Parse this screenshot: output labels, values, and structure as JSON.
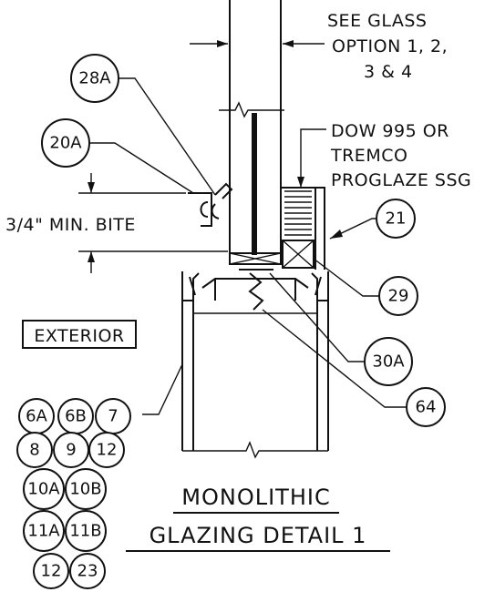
{
  "notes": {
    "glass_option_line1": "SEE GLASS",
    "glass_option_line2": "OPTION 1, 2,",
    "glass_option_line3": "3 & 4",
    "sealant_line1": "DOW 995 OR",
    "sealant_line2": "TREMCO",
    "sealant_line3": "PROGLAZE SSG",
    "bite": "3/4\" MIN. BITE",
    "exterior": "EXTERIOR"
  },
  "callouts": {
    "c28a": "28A",
    "c20a": "20A",
    "c21": "21",
    "c29": "29",
    "c30a": "30A",
    "c64": "64"
  },
  "parts_list": {
    "p6a": "6A",
    "p6b": "6B",
    "p7": "7",
    "p8": "8",
    "p9": "9",
    "p12a": "12",
    "p10a": "10A",
    "p10b": "10B",
    "p11a": "11A",
    "p11b": "11B",
    "p12b": "12",
    "p23": "23"
  },
  "title": {
    "line1": "MONOLITHIC",
    "line2": "GLAZING DETAIL 1"
  }
}
